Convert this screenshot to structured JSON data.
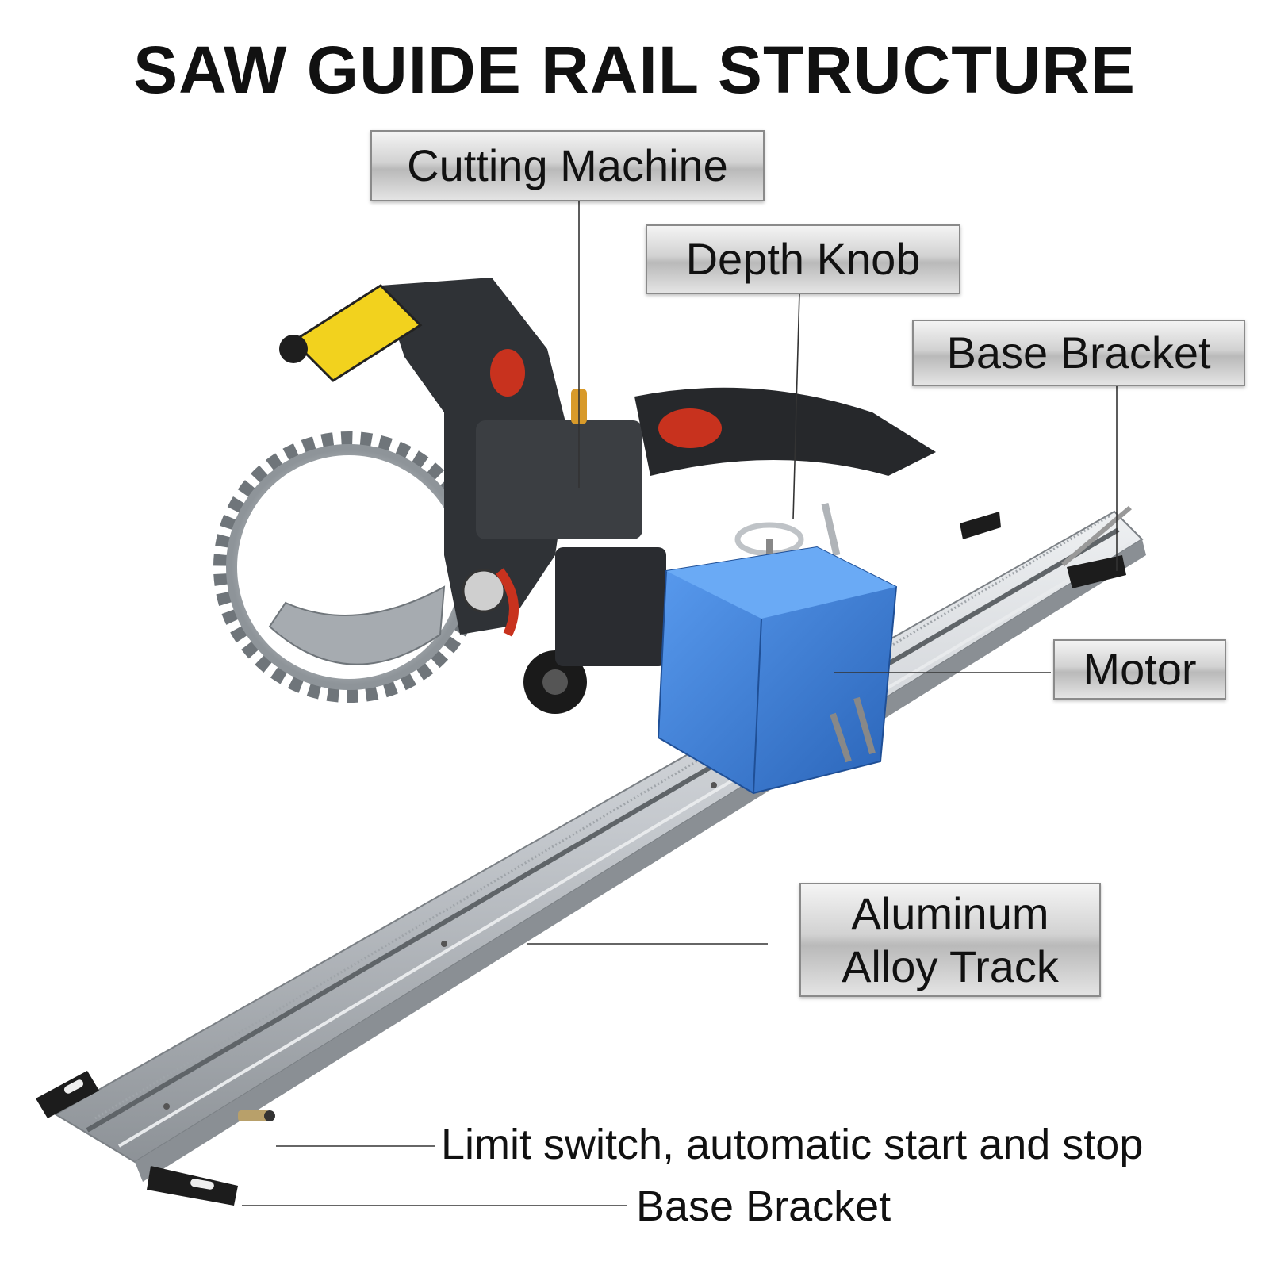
{
  "title": "SAW GUIDE RAIL STRUCTURE",
  "labels": {
    "cutting_machine": "Cutting Machine",
    "depth_knob": "Depth Knob",
    "base_bracket_top": "Base Bracket",
    "motor": "Motor",
    "track_line1": "Aluminum",
    "track_line2": "Alloy Track",
    "limit_switch": "Limit switch, automatic start and stop",
    "base_bracket_bottom": "Base Bracket"
  },
  "colors": {
    "motor_blue": "#3d7fd6",
    "guard_yellow": "#f2d21e",
    "body_dark": "#2f3236",
    "accent_red": "#c8321e",
    "rail_silver": "#c9ccd0"
  }
}
